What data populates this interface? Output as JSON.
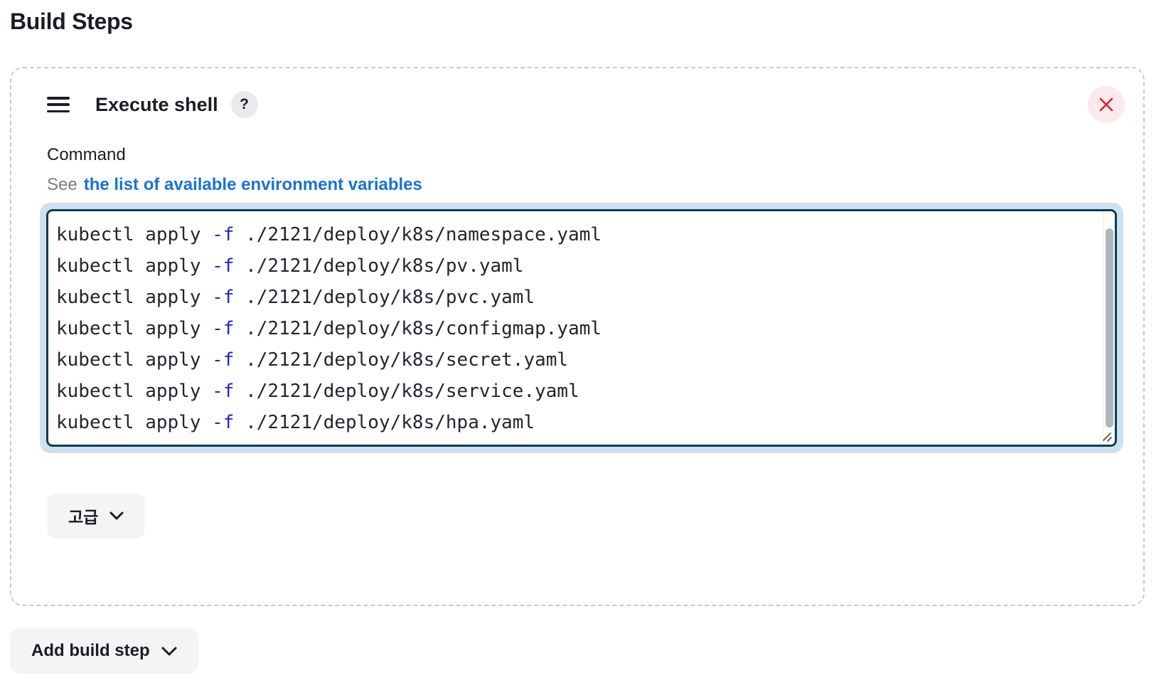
{
  "page_title": "Build Steps",
  "card": {
    "step_title": "Execute shell",
    "help_label": "?",
    "command_label": "Command",
    "see_prefix": "See",
    "env_link_text": "the list of available environment variables",
    "advanced_button_label": "고급",
    "command_lines": [
      {
        "cmd": "kubectl apply ",
        "flag": "-f",
        "path": " ./2121/deploy/k8s/namespace.yaml"
      },
      {
        "cmd": "kubectl apply ",
        "flag": "-f",
        "path": " ./2121/deploy/k8s/pv.yaml"
      },
      {
        "cmd": "kubectl apply ",
        "flag": "-f",
        "path": " ./2121/deploy/k8s/pvc.yaml"
      },
      {
        "cmd": "kubectl apply ",
        "flag": "-f",
        "path": " ./2121/deploy/k8s/configmap.yaml"
      },
      {
        "cmd": "kubectl apply ",
        "flag": "-f",
        "path": " ./2121/deploy/k8s/secret.yaml"
      },
      {
        "cmd": "kubectl apply ",
        "flag": "-f",
        "path": " ./2121/deploy/k8s/service.yaml"
      },
      {
        "cmd": "kubectl apply ",
        "flag": "-f",
        "path": " ./2121/deploy/k8s/hpa.yaml"
      }
    ]
  },
  "add_build_step_label": "Add build step",
  "colors": {
    "text_primary": "#1a1d26",
    "muted_gray": "#767d86",
    "accent_link": "#1973d2",
    "flag_blue": "#2323cc",
    "danger_red": "#d1242f",
    "danger_bg": "#fbe9eb",
    "editor_border": "#0c3a56",
    "editor_ring": "#cfe1ec",
    "button_bg": "#f4f4f5",
    "badge_bg": "#e9eaec",
    "dashed_border": "#c8cbce"
  }
}
